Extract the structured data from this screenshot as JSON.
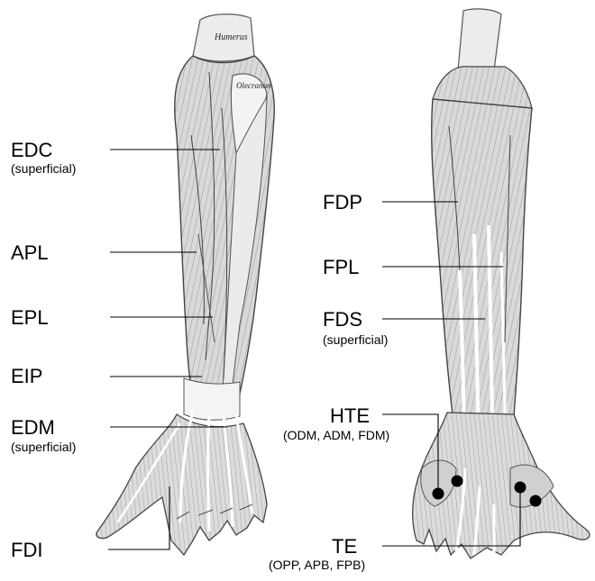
{
  "labels": {
    "edc": "EDC",
    "edc_note": "(superficial)",
    "apl": "APL",
    "epl": "EPL",
    "eip": "EIP",
    "edm": "EDM",
    "edm_note": "(superficial)",
    "fdi": "FDI",
    "fdp": "FDP",
    "fpl": "FPL",
    "fds": "FDS",
    "fds_note": "(superficial)",
    "hte": "HTE",
    "hte_note": "(ODM, ADM, FDM)",
    "te": "TE",
    "te_note": "(OPP, APB, FPB)"
  },
  "illustration_text": {
    "humerus": "Humerus",
    "olecranon": "Olecranon"
  },
  "colors": {
    "ink": "#000000",
    "muscle_fill": "#d6d6d6",
    "muscle_stroke": "#555555",
    "tendon_fill": "#f2f2f2",
    "electrode": "#000000"
  }
}
